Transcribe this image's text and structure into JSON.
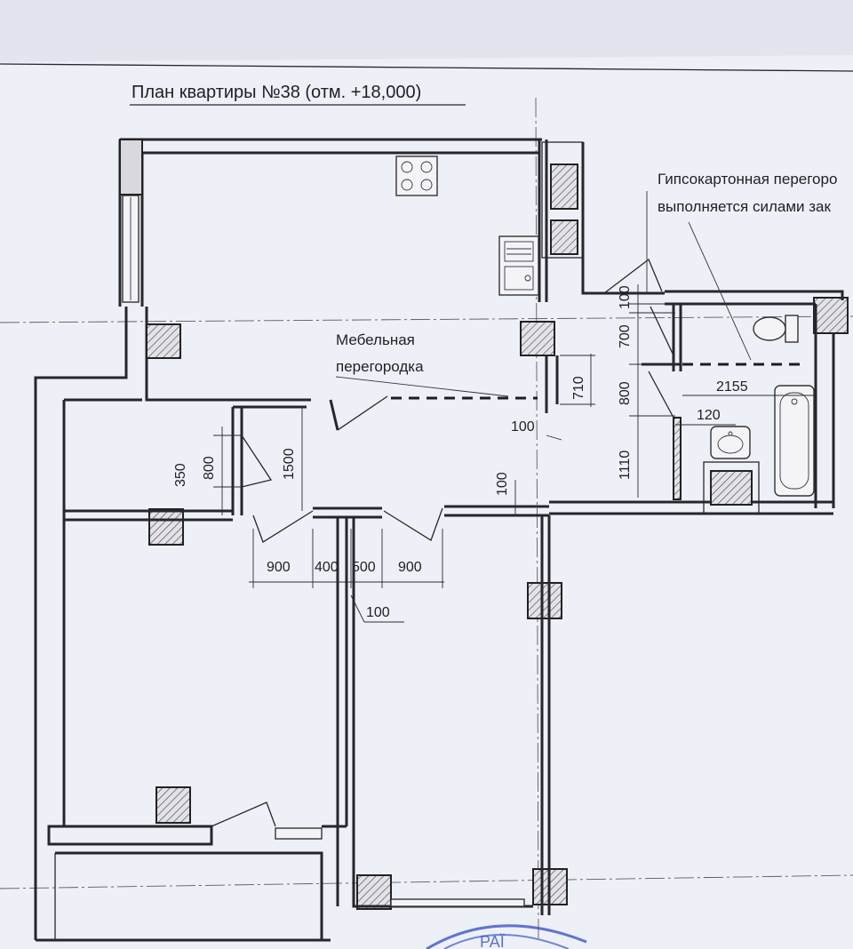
{
  "title": "План квартиры №38 (отм. +18,000)",
  "annotations": {
    "drywall_line1": "Гипсокартонная перегоро",
    "drywall_line2": "выполняется силами зак",
    "furniture_line1": "Мебельная",
    "furniture_line2": "перегородка"
  },
  "dimensions": {
    "d100_bath_top": "100",
    "d700": "700",
    "d800_bath": "800",
    "d710": "710",
    "d100_corner": "100",
    "d2155": "2155",
    "d120": "120",
    "d1110": "1110",
    "d350": "350",
    "d800_hall": "800",
    "d1500": "1500",
    "d100_hall": "100",
    "d900_left": "900",
    "d400": "400",
    "d500": "500",
    "d900_right": "900",
    "d100_bottom": "100"
  },
  "stamp_text": "РАЇ"
}
